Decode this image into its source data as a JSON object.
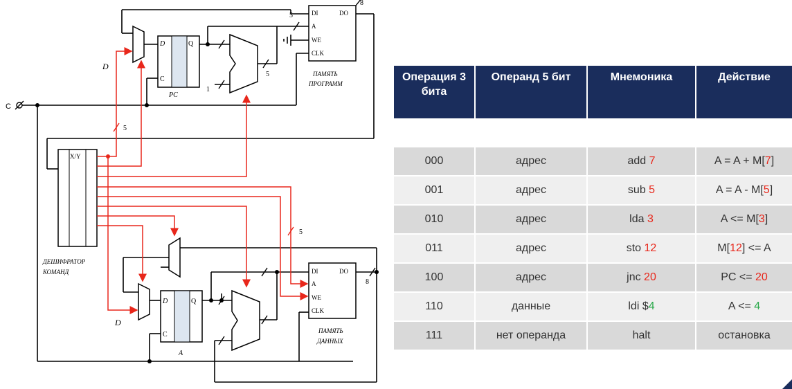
{
  "diagram": {
    "pc_label": "PC",
    "a_label": "A",
    "d_label": "D",
    "q_label": "Q",
    "c_label": "C",
    "clock_label": "C",
    "decoder_label_1": "ДЕШИФРАТОР",
    "decoder_label_2": "КОМАНД",
    "decoder_top": "X/Y",
    "prog_mem_label_1": "ПАМЯТЬ",
    "prog_mem_label_2": "ПРОГРАММ",
    "data_mem_label_1": "ПАМЯТЬ",
    "data_mem_label_2": "ДАННЫХ",
    "di": "DI",
    "do": "DO",
    "addr": "A",
    "we": "WE",
    "clk": "CLK",
    "bus5": "5",
    "bus8": "8",
    "one": "1",
    "colors": {
      "wire": "#000000",
      "control": "#e8271b",
      "register_fill": "#dde6f0"
    }
  },
  "table": {
    "headers": [
      "Операция 3 бита",
      "Операнд 5 бит",
      "Мнемоника",
      "Действие"
    ],
    "rows": [
      {
        "op": "000",
        "operand": "адрес",
        "operand_color": "red",
        "mn_pre": "add ",
        "mn_val": "7",
        "act_pre": "A = A + M[",
        "act_val": "7",
        "act_post": "]"
      },
      {
        "op": "001",
        "operand": "адрес",
        "operand_color": "red",
        "mn_pre": "sub ",
        "mn_val": "5",
        "act_pre": "A = A - M[",
        "act_val": "5",
        "act_post": "]"
      },
      {
        "op": "010",
        "operand": "адрес",
        "operand_color": "red",
        "mn_pre": "lda ",
        "mn_val": "3",
        "act_pre": "A <= M[",
        "act_val": "3",
        "act_post": "]"
      },
      {
        "op": "011",
        "operand": "адрес",
        "operand_color": "red",
        "mn_pre": "sto ",
        "mn_val": "12",
        "act_pre": "M[",
        "act_val": "12",
        "act_post": "] <= A"
      },
      {
        "op": "100",
        "operand": "адрес",
        "operand_color": "red",
        "mn_pre": "jnc ",
        "mn_val": "20",
        "act_pre": "PC <= ",
        "act_val": "20",
        "act_post": ""
      },
      {
        "op": "110",
        "operand": "данные",
        "operand_color": "green",
        "mn_pre": "ldi $",
        "mn_val": "4",
        "act_pre": "A <= ",
        "act_val": "4",
        "act_post": ""
      },
      {
        "op": "111",
        "operand": "нет операнда",
        "operand_color": "none",
        "mn_pre": "halt",
        "mn_val": "",
        "act_pre": "остановка",
        "act_val": "",
        "act_post": ""
      }
    ]
  }
}
